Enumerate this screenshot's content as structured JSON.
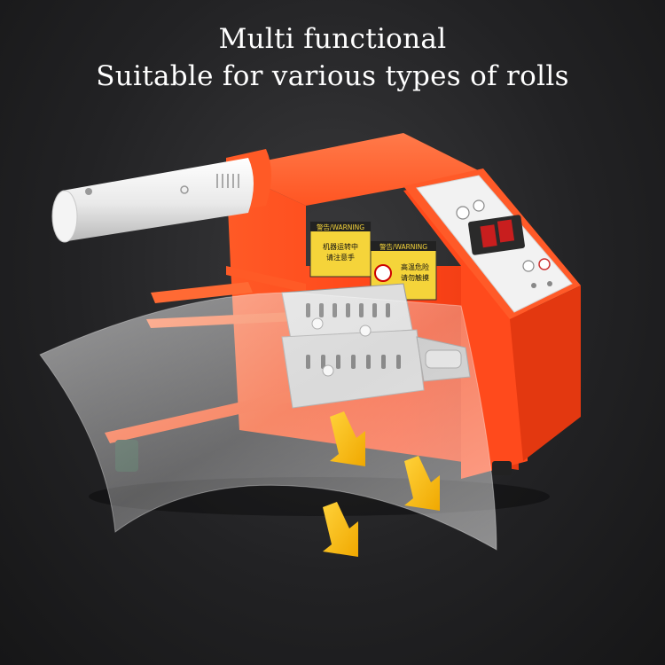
{
  "headline": {
    "line1": "Multi functional",
    "line2": "Suitable for various types of rolls"
  },
  "colors": {
    "background": "#1f1f21",
    "machine_body": "#ff4a1c",
    "panel": "#f2f2f2",
    "arrow": "#f7c21b",
    "warning_label": "#f5d43a",
    "display": "#c81e1e"
  },
  "machine": {
    "warning_left": {
      "title": "警告/WARNING",
      "line1": "机器运转中",
      "line2": "请注意手"
    },
    "warning_right": {
      "title": "警告/WARNING",
      "line1": "高温危险",
      "line2": "请勿触摸"
    }
  },
  "icons": [
    "nozzle",
    "control-panel",
    "arrow-down-right",
    "arrow-down-right",
    "arrow-down-right"
  ]
}
